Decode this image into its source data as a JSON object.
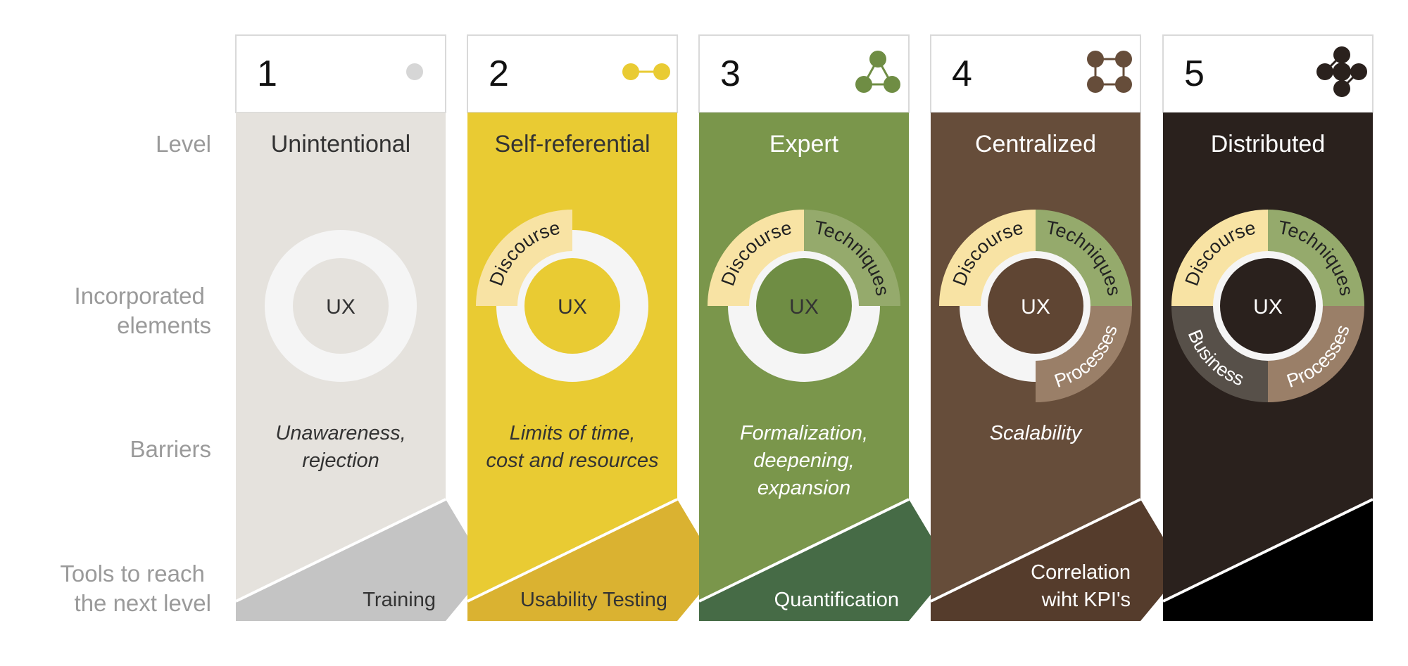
{
  "row_labels": {
    "level": "Level",
    "incorporated": [
      "Incorporated",
      "elements"
    ],
    "barriers": "Barriers",
    "tools": [
      "Tools to reach",
      "the next level"
    ]
  },
  "center_label": "UX",
  "levels": [
    {
      "number": "1",
      "name": "Unintentional",
      "icon": "single-dot-icon",
      "segments": [],
      "barrier": [
        "Unawareness,",
        "rejection"
      ],
      "tool": [
        "Training"
      ],
      "colors": {
        "body": "#e5e2dd",
        "header_icon": "#d6d6d6",
        "name": "#333333",
        "barrier": "#333333",
        "center": "#e5e2dd",
        "center_text": "#333333",
        "ring": "#f5f5f5",
        "tool_fill": "#c4c4c4",
        "tool_text": "#333333"
      }
    },
    {
      "number": "2",
      "name": "Self-referential",
      "icon": "two-dots-icon",
      "segments": [
        "Discourse"
      ],
      "barrier": [
        "Limits of time,",
        "cost  and resources"
      ],
      "tool": [
        "Usability Testing"
      ],
      "colors": {
        "body": "#e9cb33",
        "header_icon": "#e9cb33",
        "name": "#333333",
        "barrier": "#333333",
        "center": "#e9cb33",
        "center_text": "#333333",
        "ring": "#f5f5f5",
        "tool_fill": "#dab231",
        "tool_text": "#333333"
      }
    },
    {
      "number": "3",
      "name": "Expert",
      "icon": "triangle-network-icon",
      "segments": [
        "Discourse",
        "Techniques"
      ],
      "barrier": [
        "Formalization,",
        "deepening,",
        "expansion"
      ],
      "tool": [
        "Quantification"
      ],
      "colors": {
        "body": "#7a964b",
        "header_icon": "#6f8d44",
        "name": "#ffffff",
        "barrier": "#ffffff",
        "center": "#6f8d44",
        "center_text": "#333333",
        "ring": "#f5f5f5",
        "tool_fill": "#466b46",
        "tool_text": "#ffffff"
      }
    },
    {
      "number": "4",
      "name": "Centralized",
      "icon": "square-network-icon",
      "segments": [
        "Discourse",
        "Techniques",
        "Processes"
      ],
      "barrier": [
        "Scalability"
      ],
      "tool": [
        "Correlation",
        "wiht KPI's"
      ],
      "colors": {
        "body": "#664d3a",
        "header_icon": "#664d3a",
        "name": "#ffffff",
        "barrier": "#ffffff",
        "center": "#5f4533",
        "center_text": "#ffffff",
        "ring": "#f5f5f5",
        "tool_fill": "#553c2c",
        "tool_text": "#ffffff"
      }
    },
    {
      "number": "5",
      "name": "Distributed",
      "icon": "distributed-network-icon",
      "segments": [
        "Discourse",
        "Techniques",
        "Processes",
        "Business"
      ],
      "barrier": [],
      "tool": [],
      "colors": {
        "body": "#2a211d",
        "header_icon": "#2a211d",
        "name": "#ffffff",
        "barrier": "#ffffff",
        "center": "#2a211d",
        "center_text": "#ffffff",
        "ring": "#f5f5f5",
        "tool_fill": "#000000",
        "tool_text": "#ffffff"
      }
    }
  ],
  "segment_colors": {
    "Discourse": "#f8e3a4",
    "Techniques": "#95aa6c",
    "Processes": "#9a7f68",
    "Business": "#575049"
  },
  "segment_text_colors": {
    "Discourse": "#222222",
    "Techniques": "#222222",
    "Processes": "#ffffff",
    "Business": "#ffffff"
  },
  "colors": {
    "row_label": "#9a9a9a",
    "header_border": "#d9d9d9",
    "header_number": "#111111"
  }
}
